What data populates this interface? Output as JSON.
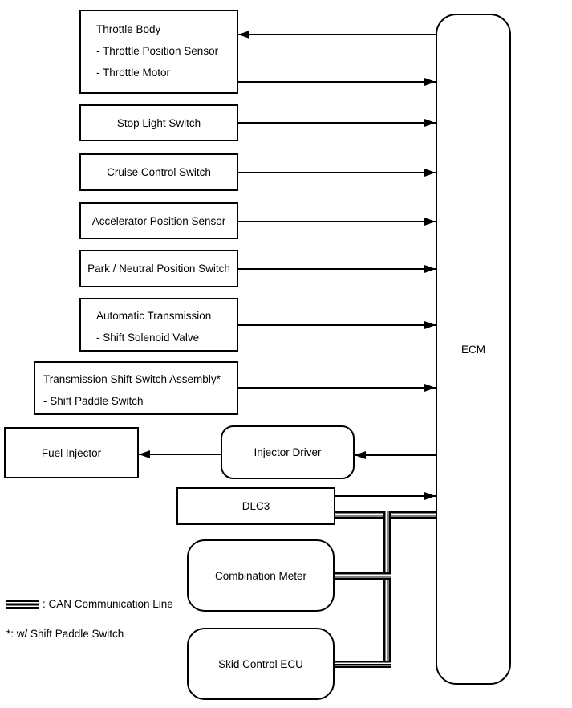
{
  "boxes": {
    "throttle_body": {
      "title": "Throttle Body",
      "items": [
        "- Throttle Position Sensor",
        "- Throttle Motor"
      ]
    },
    "stop_light_switch": {
      "label": "Stop Light Switch"
    },
    "cruise_control_switch": {
      "label": "Cruise Control Switch"
    },
    "accelerator_position_sensor": {
      "label": "Accelerator Position Sensor"
    },
    "park_neutral_position_switch": {
      "label": "Park / Neutral Position Switch"
    },
    "automatic_transmission": {
      "title": "Automatic Transmission",
      "items": [
        "- Shift Solenoid Valve"
      ]
    },
    "transmission_shift_switch_assembly": {
      "title": "Transmission Shift Switch Assembly*",
      "items": [
        "- Shift Paddle Switch"
      ]
    },
    "fuel_injector": {
      "label": "Fuel Injector"
    },
    "injector_driver": {
      "label": "Injector Driver"
    },
    "dlc3": {
      "label": "DLC3"
    },
    "combination_meter": {
      "label": "Combination Meter"
    },
    "skid_control_ecu": {
      "label": "Skid Control ECU"
    },
    "ecm": {
      "label": "ECM"
    }
  },
  "legend": {
    "can_line_label": ": CAN Communication Line",
    "footnote": "*: w/ Shift Paddle Switch"
  },
  "colors": {
    "line": "#000000",
    "background": "#ffffff"
  }
}
